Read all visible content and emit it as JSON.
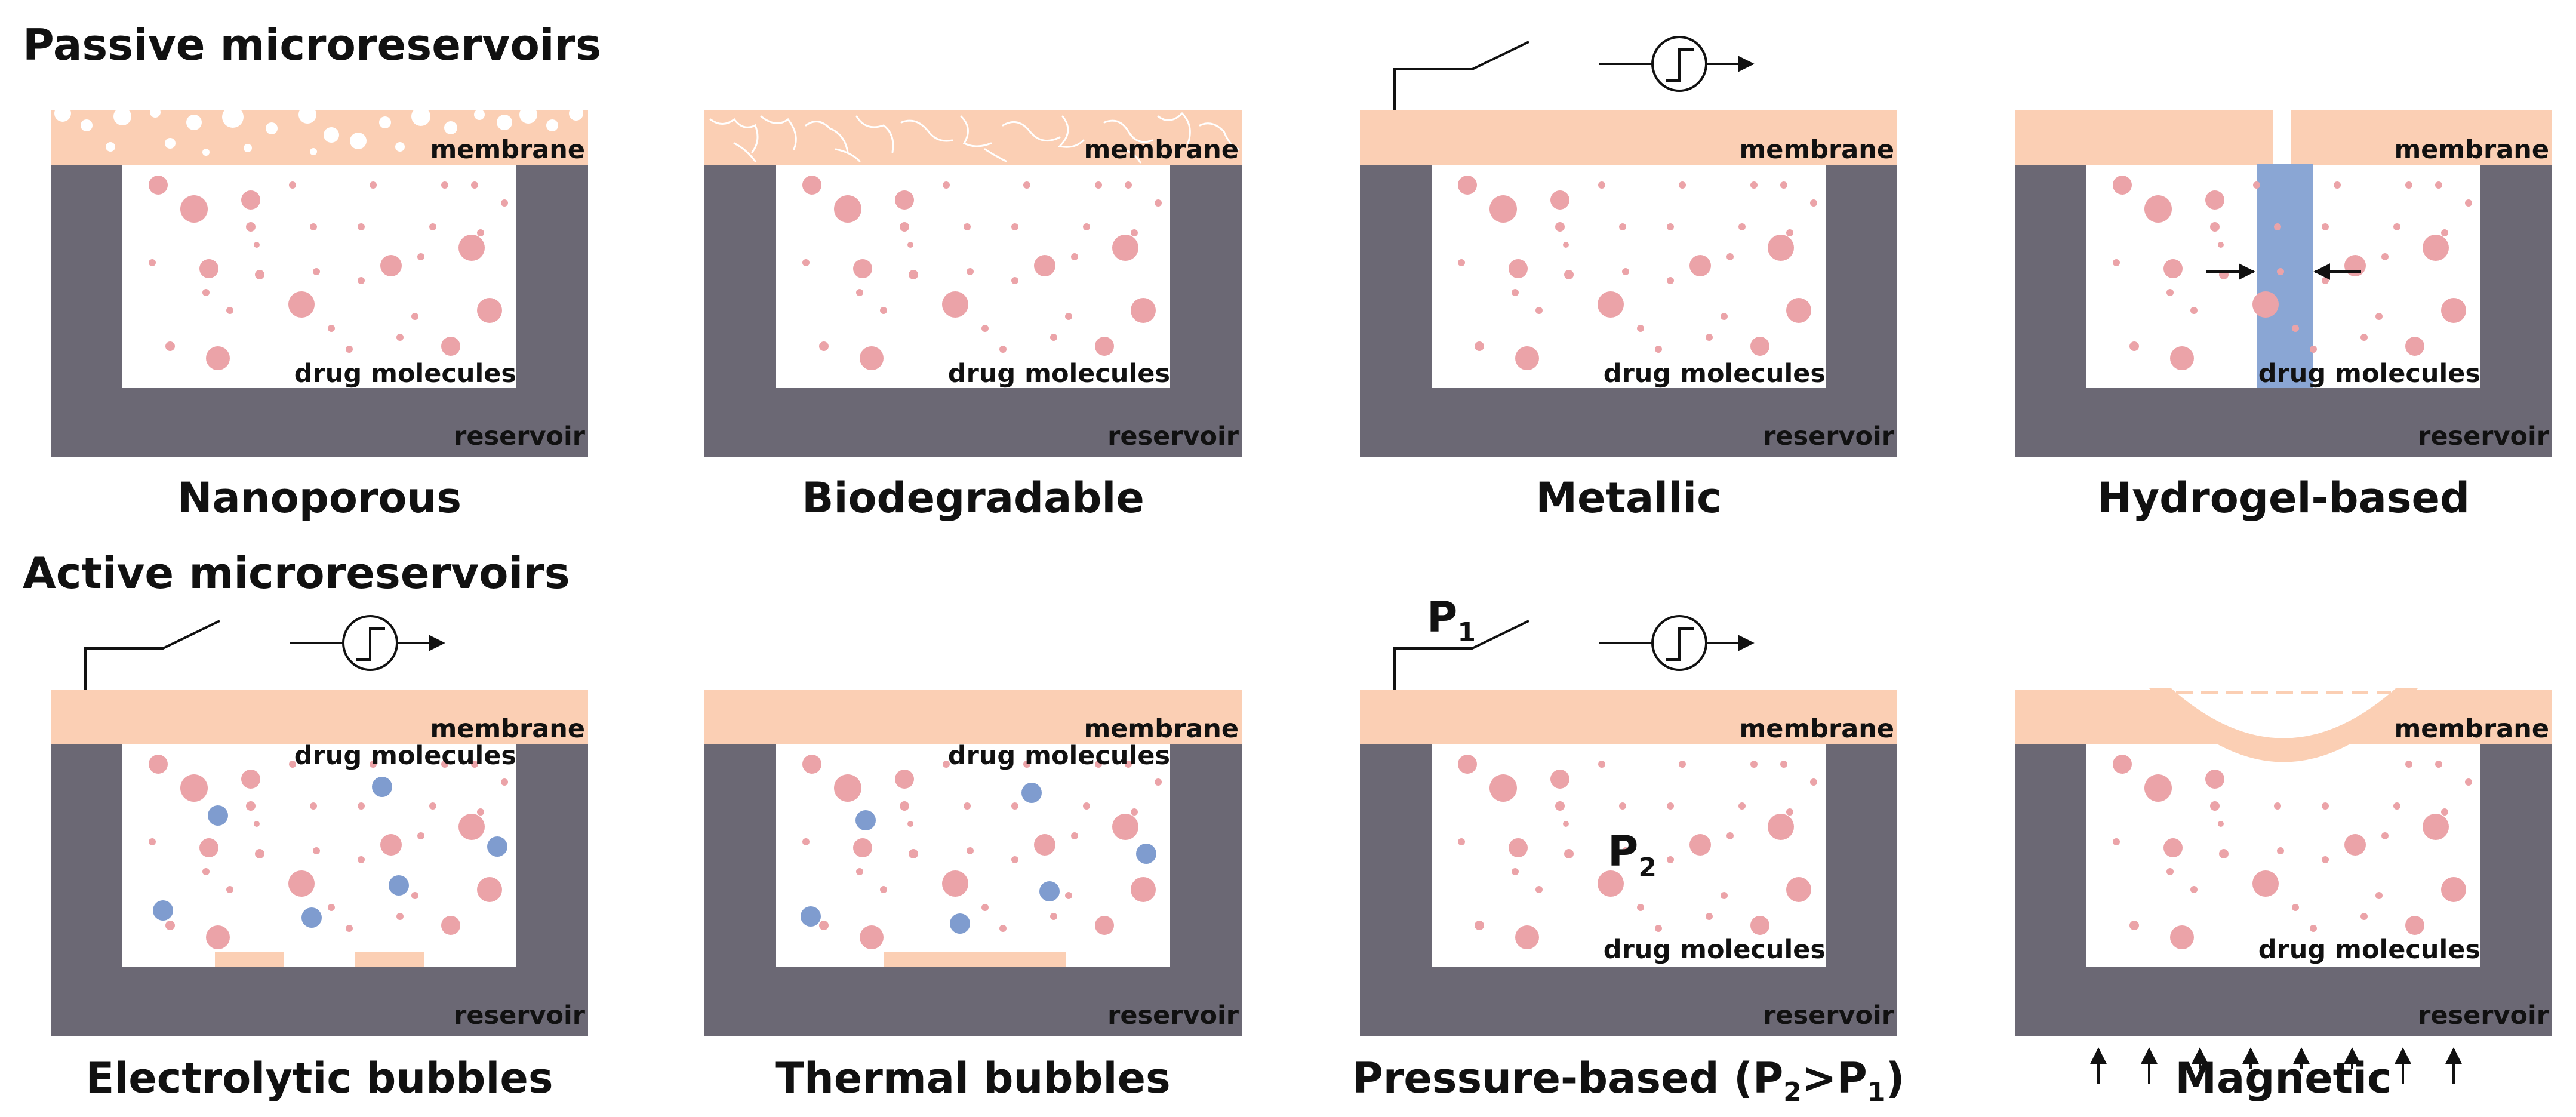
{
  "sections": {
    "passive_title": "Passive microreservoirs",
    "active_title": "Active microreservoirs"
  },
  "labels": {
    "membrane": "membrane",
    "reservoir": "reservoir",
    "drug_molecules": "drug molecules"
  },
  "captions": {
    "nanoporous": "Nanoporous",
    "biodegradable": "Biodegradable",
    "metallic": "Metallic",
    "hydrogel": "Hydrogel-based",
    "electrolytic": "Electrolytic bubbles",
    "thermal": "Thermal bubbles",
    "pressure": "Pressure-based (P",
    "pressure_sub1": "2",
    "pressure_mid": ">P",
    "pressure_sub2": "1",
    "pressure_end": ")",
    "magnetic": "Magnetic"
  },
  "pressure_labels": {
    "p1": "P",
    "p1_sub": "1",
    "p2": "P",
    "p2_sub": "2"
  },
  "colors": {
    "membrane": "#fbcfb4",
    "reservoir": "#6b6874",
    "drug": "#eba3a8",
    "bubble": "#7f9ccf",
    "hydrogel": "#8aa6d4",
    "heater": "#fbcfb4",
    "text": "#111111"
  }
}
